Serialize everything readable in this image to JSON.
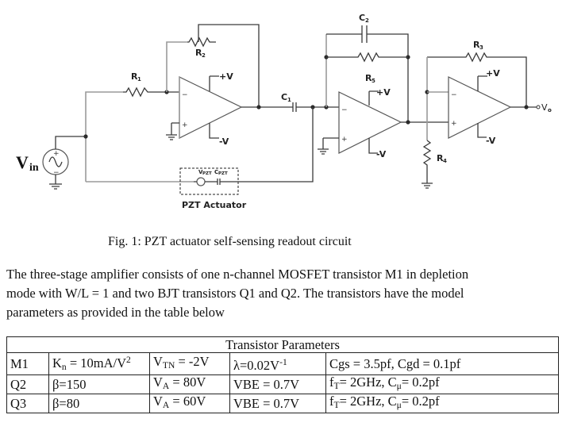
{
  "figure": {
    "labels": {
      "vin_main": "V",
      "vin_sub": "in",
      "r1": "R",
      "r1_sub": "1",
      "r2": "R",
      "r2_sub": "2",
      "r3": "R",
      "r3_sub": "3",
      "r4": "R",
      "r4_sub": "4",
      "r5": "R",
      "r5_sub": "5",
      "c1": "C",
      "c1_sub": "1",
      "c2": "C",
      "c2_sub": "2",
      "vpzt": "V",
      "vpzt_sub": "PZT",
      "cpzt": "C",
      "cpzt_sub": "PZT",
      "pzt_actuator": "PZT Actuator",
      "vplus": "+V",
      "vminus": "-V",
      "vo": "V",
      "vo_sub": "o",
      "plus": "+",
      "minus": "−"
    },
    "caption": "Fig. 1: PZT actuator self-sensing readout circuit"
  },
  "paragraph": {
    "lines": [
      "The three-stage amplifier consists of one n-channel MOSFET transistor M1 in depletion",
      "mode with W/L = 1 and two BJT transistors Q1 and Q2. The transistors have the model",
      "parameters as provided in the table below"
    ]
  },
  "table": {
    "title": "Transistor Parameters",
    "rows": [
      {
        "device": "M1",
        "p1": {
          "pre": "K",
          "sub": "n",
          "post": " = 10mA/V",
          "sup": "2"
        },
        "p2": {
          "pre": "V",
          "sub": "TN",
          "post": " = -2V"
        },
        "p3": {
          "pre": "λ=0.02V",
          "sup": "-1"
        },
        "p4": {
          "text": "Cgs = 3.5pf, Cgd = 0.1pf"
        }
      },
      {
        "device": "Q2",
        "p1": {
          "pre": "β=150"
        },
        "p2": {
          "pre": "V",
          "sub": "A",
          "post": " = 80V"
        },
        "p3": {
          "pre": "VBE = 0.7V"
        },
        "p4": {
          "pre": "f",
          "sub": "T",
          "mid": "= 2GHz, C",
          "sub2": "μ",
          "post": "= 0.2pf"
        }
      },
      {
        "device": "Q3",
        "p1": {
          "pre": "β=80"
        },
        "p2": {
          "pre": "V",
          "sub": "A",
          "post": " = 60V"
        },
        "p3": {
          "pre": "VBE = 0.7V"
        },
        "p4": {
          "pre": "f",
          "sub": "T",
          "mid": "= 2GHz, C",
          "sub2": "μ",
          "post": "= 0.2pf"
        }
      }
    ]
  }
}
